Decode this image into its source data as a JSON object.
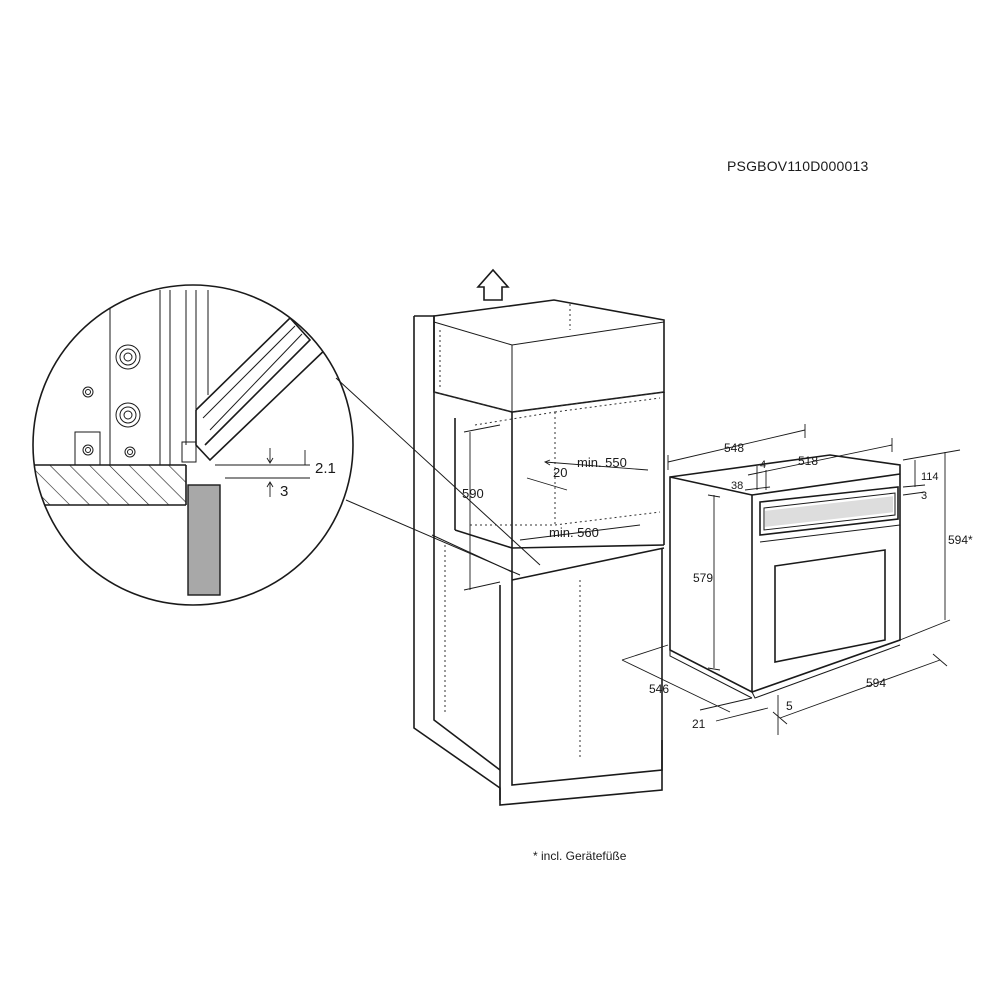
{
  "code": "PSGBOV110D000013",
  "footnote": "* incl. Gerätefüße",
  "detail": {
    "gap_top": "2.1",
    "gap_bottom": "3"
  },
  "cabinet": {
    "height": "590",
    "width_min": "min. 560",
    "depth_min": "min. 550",
    "depth_offset": "20"
  },
  "oven": {
    "depth_total": "548",
    "depth_body": "518",
    "offset_a": "4",
    "offset_b": "38",
    "panel_height": "114",
    "panel_gap": "3",
    "height_total": "594*",
    "height_body": "579",
    "width": "594",
    "depth_bottom": "546",
    "door_depth": "21",
    "foot": "5"
  },
  "icons": {
    "arrow": "up-arrow-icon"
  }
}
